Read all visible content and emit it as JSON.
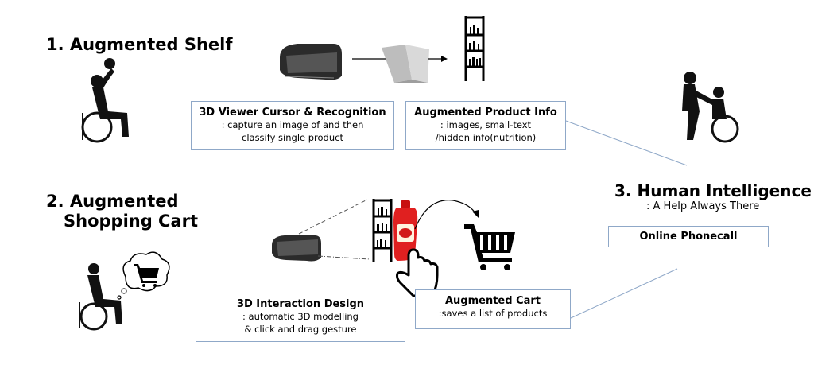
{
  "sections": {
    "shelf": {
      "number": "1.",
      "title": "Augmented Shelf"
    },
    "cart": {
      "number": "2.",
      "title_line1": "Augmented",
      "title_line2": "Shopping Cart"
    },
    "human": {
      "number": "3.",
      "title": "Human Intelligence",
      "subtitle": ": A Help Always There"
    }
  },
  "boxes": {
    "viewer": {
      "title": "3D Viewer Cursor & Recognition",
      "line1": ": capture an image of and then",
      "line2": "classify single product"
    },
    "product_info": {
      "title": "Augmented Product Info",
      "line1": ": images,  small-text",
      "line2": "/hidden info(nutrition)"
    },
    "interaction": {
      "title": "3D Interaction Design",
      "line1": ": automatic 3D modelling",
      "line2": "& click and drag gesture"
    },
    "aug_cart": {
      "title": "Augmented Cart",
      "line1": ":saves a list of products"
    },
    "phonecall": {
      "label": "Online Phonecall"
    }
  },
  "icons": {
    "headset": "hololens-headset-icon",
    "box": "product-box-icon",
    "shelf": "bookshelf-icon",
    "cart": "shopping-cart-icon",
    "ketchup": "ketchup-bottle-icon",
    "hand": "pointing-hand-icon",
    "wheelchair": "wheelchair-user-icon"
  },
  "colors": {
    "box_border": "#8fa8c8",
    "connector": "#8fa8c8",
    "ketchup": "#e02020"
  }
}
